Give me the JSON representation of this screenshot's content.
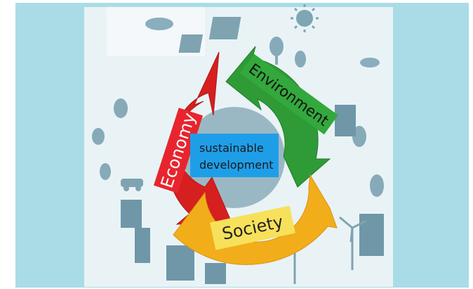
{
  "diagram": {
    "center_label_line1": "sustainable",
    "center_label_line2": "development",
    "segments": [
      {
        "name": "Economy",
        "color": "#d61f1f",
        "label_bg": "#e8252e",
        "text_color": "#ffffff"
      },
      {
        "name": "Environment",
        "color": "#2e9b37",
        "label_bg": "#33a83c",
        "text_color": "#ffffff"
      },
      {
        "name": "Society",
        "color": "#f2ad1a",
        "label_bg": "#f7e15a",
        "text_color": "#222222"
      }
    ],
    "center_box_color": "#1f9ee8",
    "ring_inner_color": "#9ab8c4",
    "background_color": "#a9dce6",
    "background_icons": [
      "solar-panel-icon",
      "sun-icon",
      "wind-turbine-icon",
      "tree-icon",
      "building-icon",
      "cloud-icon",
      "car-icon"
    ]
  }
}
